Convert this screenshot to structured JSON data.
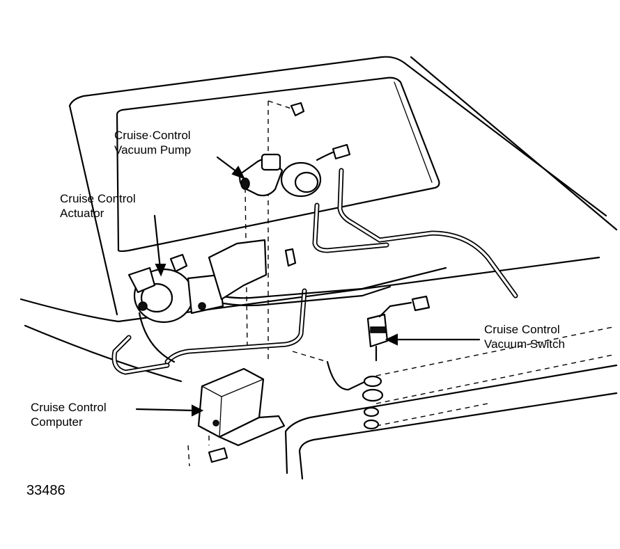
{
  "labels": {
    "vacuum_pump": [
      "Cruise·Control",
      "Vacuum Pump"
    ],
    "actuator": [
      "Cruise Control",
      "Actuator"
    ],
    "vacuum_switch": [
      "Cruise Control",
      "Vacuum Switch"
    ],
    "computer": [
      "Cruise Control",
      "Computer"
    ]
  },
  "figure_number": "33486"
}
